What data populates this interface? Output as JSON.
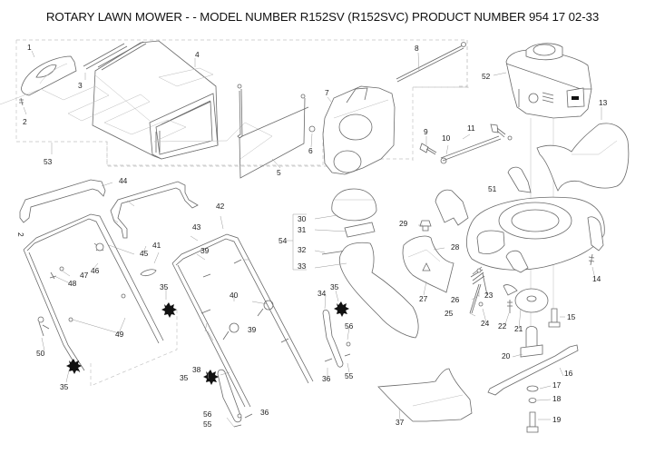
{
  "title": "ROTARY LAWN MOWER - - MODEL NUMBER R152SV (R152SVC) PRODUCT NUMBER 954 17 02-33",
  "side_mark": "2",
  "callouts": [
    {
      "id": "c1",
      "text": "1"
    },
    {
      "id": "c2",
      "text": "2"
    },
    {
      "id": "c3",
      "text": "3"
    },
    {
      "id": "c4",
      "text": "4"
    },
    {
      "id": "c5",
      "text": "5"
    },
    {
      "id": "c6",
      "text": "6"
    },
    {
      "id": "c7",
      "text": "7"
    },
    {
      "id": "c8",
      "text": "8"
    },
    {
      "id": "c9",
      "text": "9"
    },
    {
      "id": "c10",
      "text": "10"
    },
    {
      "id": "c11",
      "text": "11"
    },
    {
      "id": "c13",
      "text": "13"
    },
    {
      "id": "c14",
      "text": "14"
    },
    {
      "id": "c15",
      "text": "15"
    },
    {
      "id": "c16",
      "text": "16"
    },
    {
      "id": "c17",
      "text": "17"
    },
    {
      "id": "c18",
      "text": "18"
    },
    {
      "id": "c19",
      "text": "19"
    },
    {
      "id": "c20",
      "text": "20"
    },
    {
      "id": "c21",
      "text": "21"
    },
    {
      "id": "c22",
      "text": "22"
    },
    {
      "id": "c23",
      "text": "23"
    },
    {
      "id": "c24",
      "text": "24"
    },
    {
      "id": "c25",
      "text": "25"
    },
    {
      "id": "c26",
      "text": "26"
    },
    {
      "id": "c27",
      "text": "27"
    },
    {
      "id": "c28",
      "text": "28"
    },
    {
      "id": "c29",
      "text": "29"
    },
    {
      "id": "c30",
      "text": "30"
    },
    {
      "id": "c31",
      "text": "31"
    },
    {
      "id": "c32",
      "text": "32"
    },
    {
      "id": "c33",
      "text": "33"
    },
    {
      "id": "c34",
      "text": "34"
    },
    {
      "id": "c35a",
      "text": "35"
    },
    {
      "id": "c35b",
      "text": "35"
    },
    {
      "id": "c35c",
      "text": "35"
    },
    {
      "id": "c35d",
      "text": "35"
    },
    {
      "id": "c36a",
      "text": "36"
    },
    {
      "id": "c36b",
      "text": "36"
    },
    {
      "id": "c37",
      "text": "37"
    },
    {
      "id": "c38",
      "text": "38"
    },
    {
      "id": "c39a",
      "text": "39"
    },
    {
      "id": "c39b",
      "text": "39"
    },
    {
      "id": "c40",
      "text": "40"
    },
    {
      "id": "c41",
      "text": "41"
    },
    {
      "id": "c42",
      "text": "42"
    },
    {
      "id": "c43",
      "text": "43"
    },
    {
      "id": "c44",
      "text": "44"
    },
    {
      "id": "c45",
      "text": "45"
    },
    {
      "id": "c46",
      "text": "46"
    },
    {
      "id": "c47",
      "text": "47"
    },
    {
      "id": "c48",
      "text": "48"
    },
    {
      "id": "c49",
      "text": "49"
    },
    {
      "id": "c50",
      "text": "50"
    },
    {
      "id": "c51",
      "text": "51"
    },
    {
      "id": "c52",
      "text": "52"
    },
    {
      "id": "c53",
      "text": "53"
    },
    {
      "id": "c54",
      "text": "54"
    },
    {
      "id": "c55a",
      "text": "55"
    },
    {
      "id": "c55b",
      "text": "55"
    },
    {
      "id": "c56a",
      "text": "56"
    },
    {
      "id": "c56b",
      "text": "56"
    }
  ]
}
